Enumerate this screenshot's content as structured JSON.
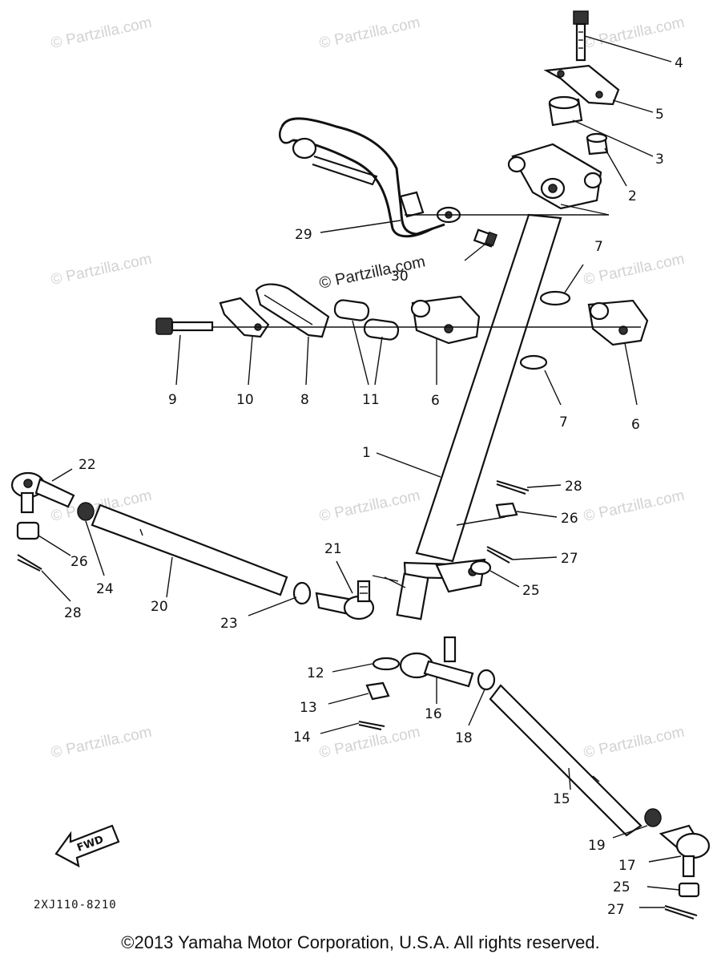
{
  "watermark_text": "© Partzilla.com",
  "center_watermark_text": "© Partzilla.com",
  "drawing_code": "2XJ110-8210",
  "fwd_label": "FWD",
  "copyright": "©2013  Yamaha Motor Corporation, U.S.A. All rights reserved.",
  "callouts": {
    "c1": "1",
    "c2": "2",
    "c3": "3",
    "c4": "4",
    "c5": "5",
    "c6a": "6",
    "c6b": "6",
    "c7a": "7",
    "c7b": "7",
    "c8": "8",
    "c9": "9",
    "c10": "10",
    "c11": "11",
    "c12": "12",
    "c13": "13",
    "c14": "14",
    "c15": "15",
    "c16": "16",
    "c17": "17",
    "c18": "18",
    "c19": "19",
    "c20": "20",
    "c21": "21",
    "c22": "22",
    "c23": "23",
    "c24": "24",
    "c25a": "25",
    "c25b": "25",
    "c26a": "26",
    "c26b": "26",
    "c27a": "27",
    "c27b": "27",
    "c28a": "28",
    "c28b": "28",
    "c29": "29",
    "c30": "30"
  }
}
